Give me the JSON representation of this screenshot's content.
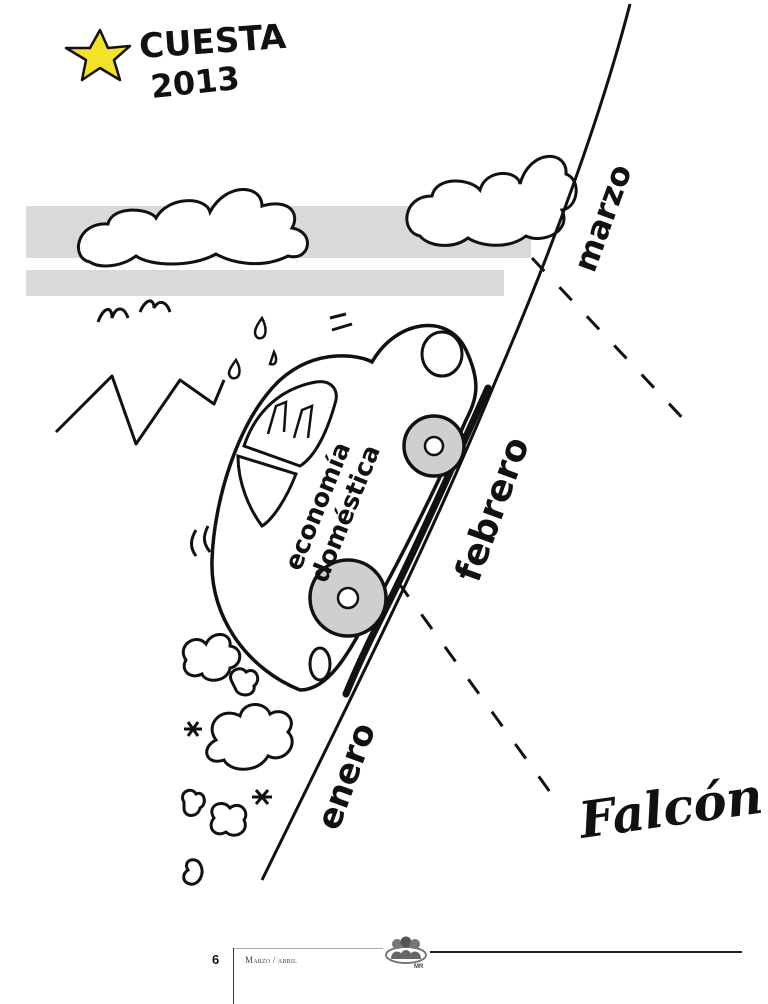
{
  "cartoon": {
    "title_line1": "CUESTA",
    "title_line2": "2013",
    "car_label_line1": "economía",
    "car_label_line2": "doméstica",
    "month_1": "enero",
    "month_2": "febrero",
    "month_3": "marzo",
    "signature": "Falcón.",
    "colors": {
      "star": "#f2e22a",
      "band": "#d9d9d9",
      "wheel": "#cfcfcf",
      "ink": "#111111"
    }
  },
  "footer": {
    "page_number": "6",
    "issue": "Marzo / abril",
    "logo_text": "MR",
    "logo_icon": "people-logo-icon"
  }
}
